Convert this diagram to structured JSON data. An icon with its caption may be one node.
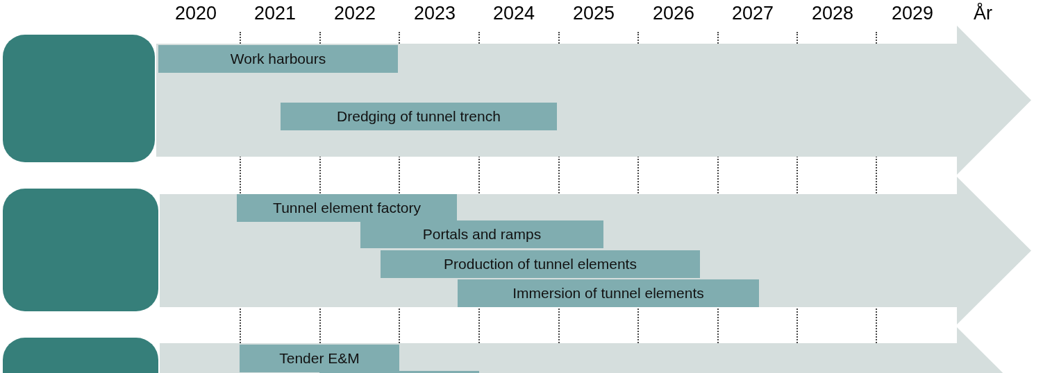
{
  "diagram": {
    "nodes": [
      {
        "text": [],
        "shape": "box"
      },
      {
        "text": [],
        "shape": "arrow"
      },
      {
        "text": [
          "Work harbours"
        ],
        "in": 1
      },
      {
        "text": [
          "Dredging of tunnel trench"
        ],
        "in": 1
      },
      {
        "text": [],
        "shape": "box"
      },
      {
        "text": [],
        "shape": "arrow"
      },
      {
        "text": [
          "Tunnel element factory"
        ],
        "in": 5
      },
      {
        "text": [
          "Portals and ramps"
        ],
        "in": 5
      },
      {
        "text": [
          "Production of tunnel elements"
        ],
        "in": 5
      },
      {
        "text": [
          "Immersion of tunnel elements"
        ],
        "in": 5
      },
      {
        "text": [],
        "shape": "box"
      },
      {
        "text": [],
        "shape": "arrow"
      },
      {
        "text": [
          "Tender E&M"
        ],
        "in": 11
      },
      {
        "text": [],
        "shape": "bar",
        "in": 11
      }
    ],
    "edges": [],
    "labels": [
      "2020",
      "2021",
      "2022",
      "2023",
      "2024",
      "2025",
      "2026",
      "2027",
      "2028",
      "2029",
      "År"
    ]
  }
}
